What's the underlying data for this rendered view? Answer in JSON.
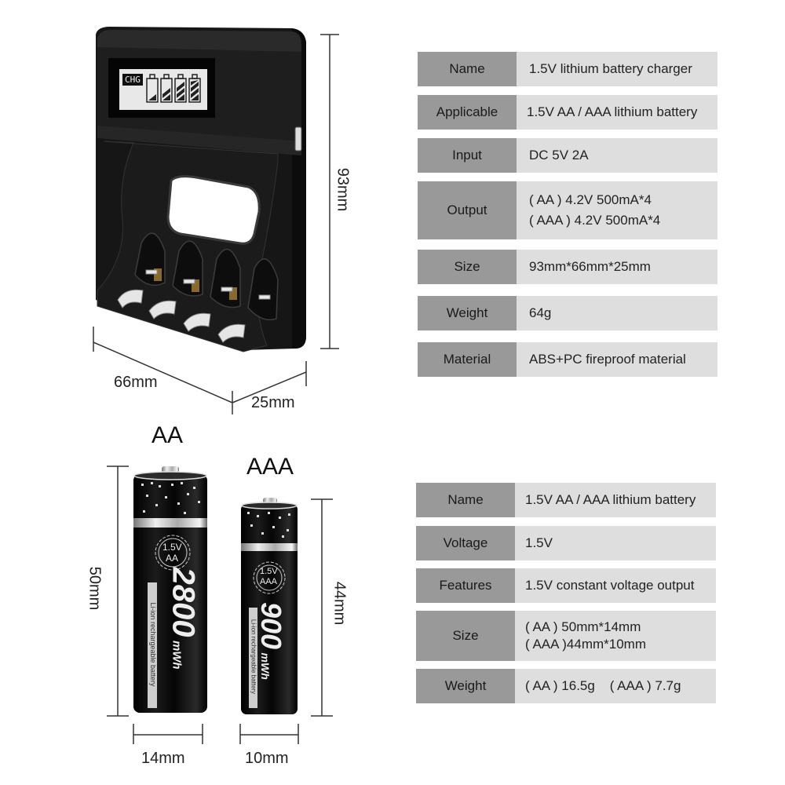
{
  "charger": {
    "lcd_label": "CHG",
    "dimensions": {
      "height": "93mm",
      "width": "66mm",
      "depth": "25mm"
    },
    "specs": [
      {
        "label": "Name",
        "value": [
          "1.5V lithium battery charger"
        ]
      },
      {
        "label": "Applicable",
        "value": [
          "1.5V AA / AAA lithium battery"
        ]
      },
      {
        "label": "Input",
        "value": [
          "DC 5V 2A"
        ]
      },
      {
        "label": "Output",
        "value": [
          "( AA ) 4.2V 500mA*4",
          "( AAA ) 4.2V 500mA*4"
        ]
      },
      {
        "label": "Size",
        "value": [
          "93mm*66mm*25mm"
        ]
      },
      {
        "label": "Weight",
        "value": [
          "64g"
        ]
      },
      {
        "label": "Material",
        "value": [
          "ABS+PC fireproof material"
        ]
      }
    ]
  },
  "batteries": {
    "aa": {
      "type_label": "AA",
      "badge_voltage": "1.5V",
      "badge_type": "AA",
      "capacity": "2800",
      "capacity_unit": "mWh",
      "strip_text": "Li-ion rechargeable battery",
      "height": "50mm",
      "width": "14mm"
    },
    "aaa": {
      "type_label": "AAA",
      "badge_voltage": "1.5V",
      "badge_type": "AAA",
      "capacity": "900",
      "capacity_unit": "mWh",
      "strip_text": "Li-ion rechargeable battery",
      "height": "44mm",
      "width": "10mm"
    },
    "specs": [
      {
        "label": "Name",
        "value": [
          "1.5V AA / AAA lithium battery"
        ]
      },
      {
        "label": "Voltage",
        "value": [
          "1.5V"
        ]
      },
      {
        "label": "Features",
        "value": [
          "1.5V constant voltage output"
        ]
      },
      {
        "label": "Size",
        "value": [
          "( AA ) 50mm*14mm",
          "( AAA )44mm*10mm"
        ]
      },
      {
        "label": "Weight",
        "value": [
          "( AA ) 16.5g    ( AAA ) 7.7g"
        ]
      }
    ]
  },
  "colors": {
    "label_bg": "#999999",
    "value_bg": "#dedede",
    "product_black": "#141414"
  }
}
